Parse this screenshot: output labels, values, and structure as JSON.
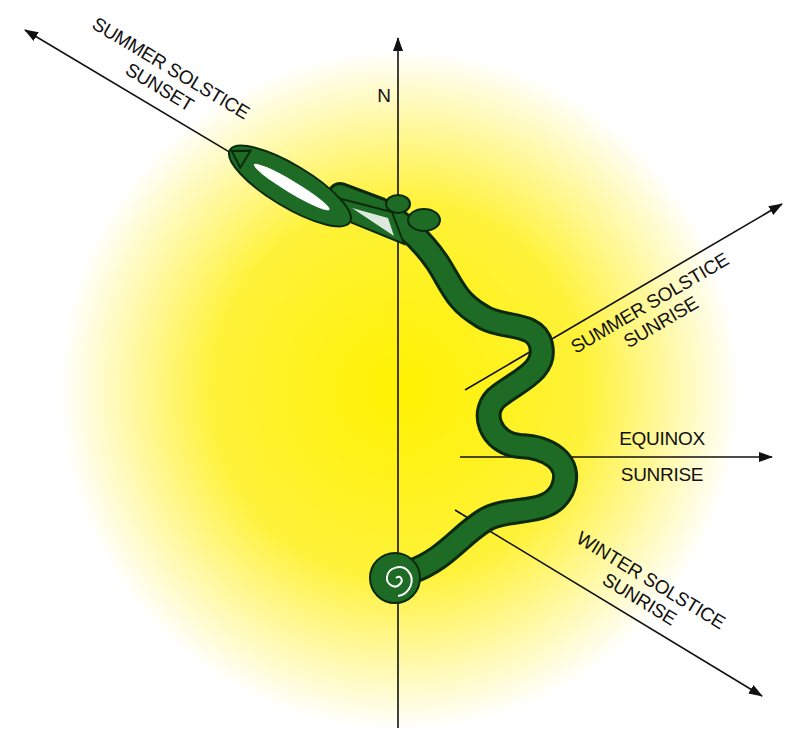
{
  "diagram": {
    "labels": [
      "N",
      "SUMMER SOLSTICE SUNSET",
      "SUMMER SOLSTICE SUNRISE",
      "EQUINOX SUNRISE",
      "WINTER SOLSTICE SUNRISE"
    ]
  }
}
